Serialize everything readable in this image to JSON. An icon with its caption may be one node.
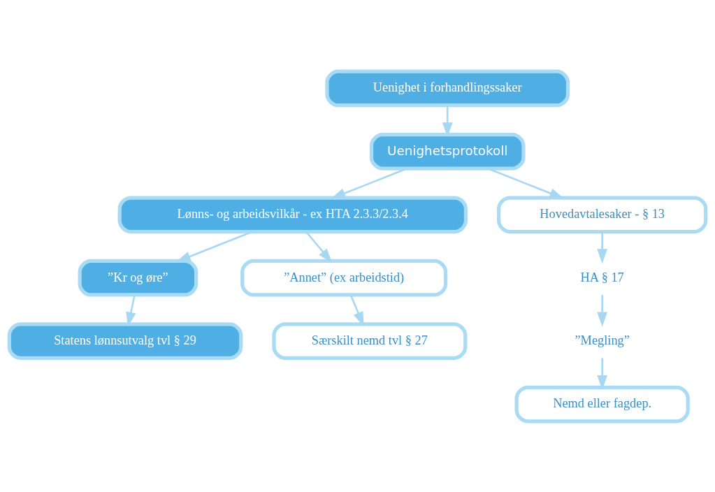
{
  "diagram": {
    "nodes": [
      {
        "text": [
          "Uenighet i forhandlingssaker"
        ]
      },
      {
        "text": [
          "Uenighetsprotokoll"
        ]
      },
      {
        "text": [
          "Lønns- og arbeidsvilkår - ex HTA 2.3.3/2.3.4"
        ]
      },
      {
        "text": [
          "Hovedavtalesaker - § 13"
        ]
      },
      {
        "text": [
          "”Kr og øre”"
        ]
      },
      {
        "text": [
          "”Annet” (ex arbeidstid)"
        ]
      },
      {
        "text": [
          "Statens lønnsutvalg tvl § 29"
        ]
      },
      {
        "text": [
          "Særskilt nemd tvl § 27"
        ]
      },
      {
        "text": [
          "HA § 17"
        ]
      },
      {
        "text": [
          "”Megling”"
        ]
      },
      {
        "text": [
          "Nemd eller fagdep."
        ]
      }
    ],
    "edges": [
      {
        "from": 0,
        "to": 1,
        "arrow": "to"
      },
      {
        "from": 1,
        "to": 2,
        "arrow": "to"
      },
      {
        "from": 1,
        "to": 3,
        "arrow": "to"
      },
      {
        "from": 2,
        "to": 4,
        "arrow": "to"
      },
      {
        "from": 2,
        "to": 5,
        "arrow": "to"
      },
      {
        "from": 4,
        "to": 6,
        "arrow": "to"
      },
      {
        "from": 5,
        "to": 7,
        "arrow": "to"
      },
      {
        "from": 3,
        "to": 8,
        "arrow": "to"
      },
      {
        "from": 8,
        "to": 9,
        "arrow": "to"
      },
      {
        "from": 9,
        "to": 10,
        "arrow": "to"
      }
    ]
  }
}
